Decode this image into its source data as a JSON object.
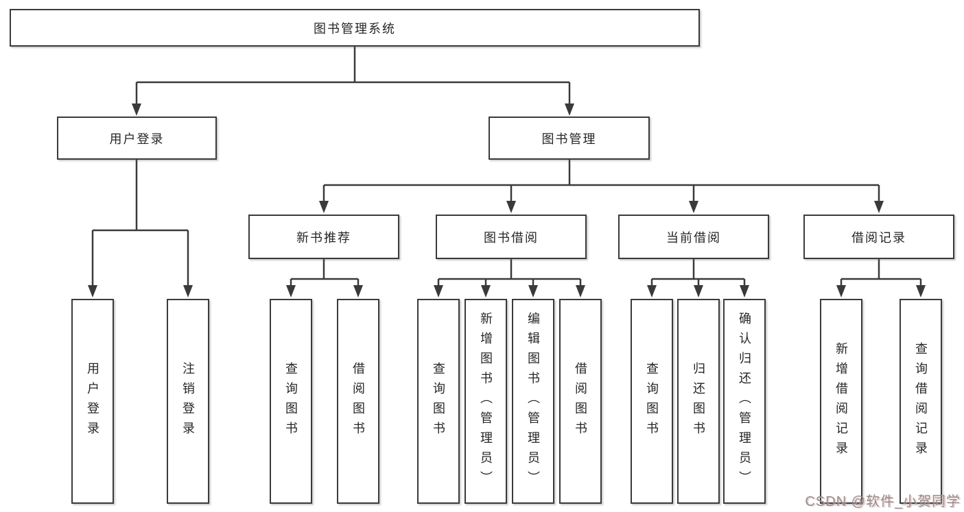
{
  "tree": {
    "root": {
      "label": "图书管理系统"
    },
    "branches": [
      {
        "label": "用户登录",
        "children": [
          {
            "label": "用户登录"
          },
          {
            "label": "注销登录"
          }
        ]
      },
      {
        "label": "图书管理",
        "children": [
          {
            "label": "新书推荐",
            "children": [
              {
                "label": "查询图书"
              },
              {
                "label": "借阅图书"
              }
            ]
          },
          {
            "label": "图书借阅",
            "children": [
              {
                "label": "查询图书"
              },
              {
                "label": "新增图书（管理员）"
              },
              {
                "label": "编辑图书（管理员）"
              },
              {
                "label": "借阅图书"
              }
            ]
          },
          {
            "label": "当前借阅",
            "children": [
              {
                "label": "查询图书"
              },
              {
                "label": "归还图书"
              },
              {
                "label": "确认归还（管理员）"
              }
            ]
          },
          {
            "label": "借阅记录",
            "children": [
              {
                "label": "新增借阅记录"
              },
              {
                "label": "查询借阅记录"
              }
            ]
          }
        ]
      }
    ]
  },
  "watermark": {
    "text": "CSDN @软件_小贺同学"
  },
  "colors": {
    "background": "#ffffff",
    "line": "#3a3a3a",
    "box_border": "#3a3a3a",
    "box_fill": "#ffffff",
    "text": "#262626",
    "watermark_gray": "#8f8f8f",
    "watermark_accent": "#eea0a0"
  }
}
